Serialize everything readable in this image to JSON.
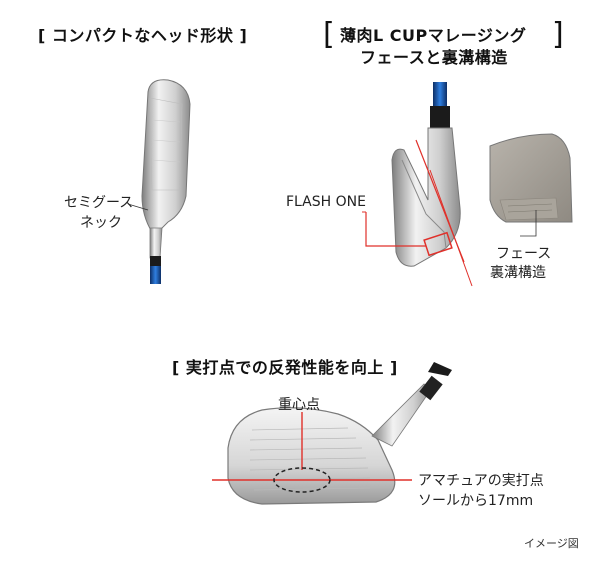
{
  "headings": {
    "compact": "[ コンパクトなヘッド形状 ]",
    "cup_bracket_left": "[",
    "cup_bracket_right": "]",
    "cup_line1": "薄肉L CUPマレージング",
    "cup_line2": "フェースと裏溝構造",
    "sweetspot": "[ 実打点での反発性能を向上 ]"
  },
  "labels": {
    "semigoose_line1": "セミグース",
    "semigoose_line2": "ネック",
    "flash_one": "FLASH ONE",
    "face_groove_line1": "フェース",
    "face_groove_line2": "裏溝構造",
    "center_of_gravity": "重心点",
    "amateur_line1": "アマチュアの実打点",
    "amateur_line2": "ソールから17mm"
  },
  "footer": {
    "note": "イメージ図"
  },
  "colors": {
    "accent_red": "#e0302a",
    "shaft_blue": "#1d5fb8",
    "steel_light": "#e8e8e8",
    "steel_dark": "#8a8a8a"
  }
}
